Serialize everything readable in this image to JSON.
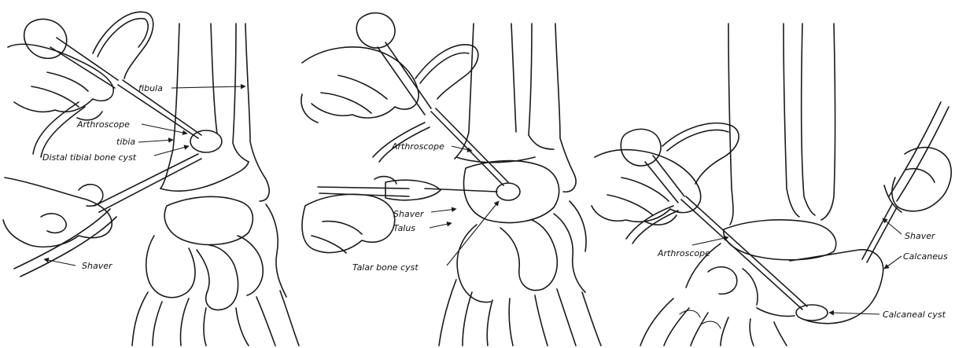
{
  "panels": [
    {
      "labels": {
        "fibula": "fibula",
        "arthroscope": "Arthroscope",
        "tibia": "tibia",
        "cyst": "Distal tibial bone cyst",
        "shaver": "Shaver"
      }
    },
    {
      "labels": {
        "arthroscope": "Arthroscope",
        "shaver": "Shaver",
        "talus": "Talus",
        "cyst": "Talar bone cyst"
      }
    },
    {
      "labels": {
        "arthroscope": "Arthroscope",
        "shaver": "Shaver",
        "calcaneus": "Calcaneus",
        "cyst": "Calcaneal cyst"
      }
    }
  ]
}
